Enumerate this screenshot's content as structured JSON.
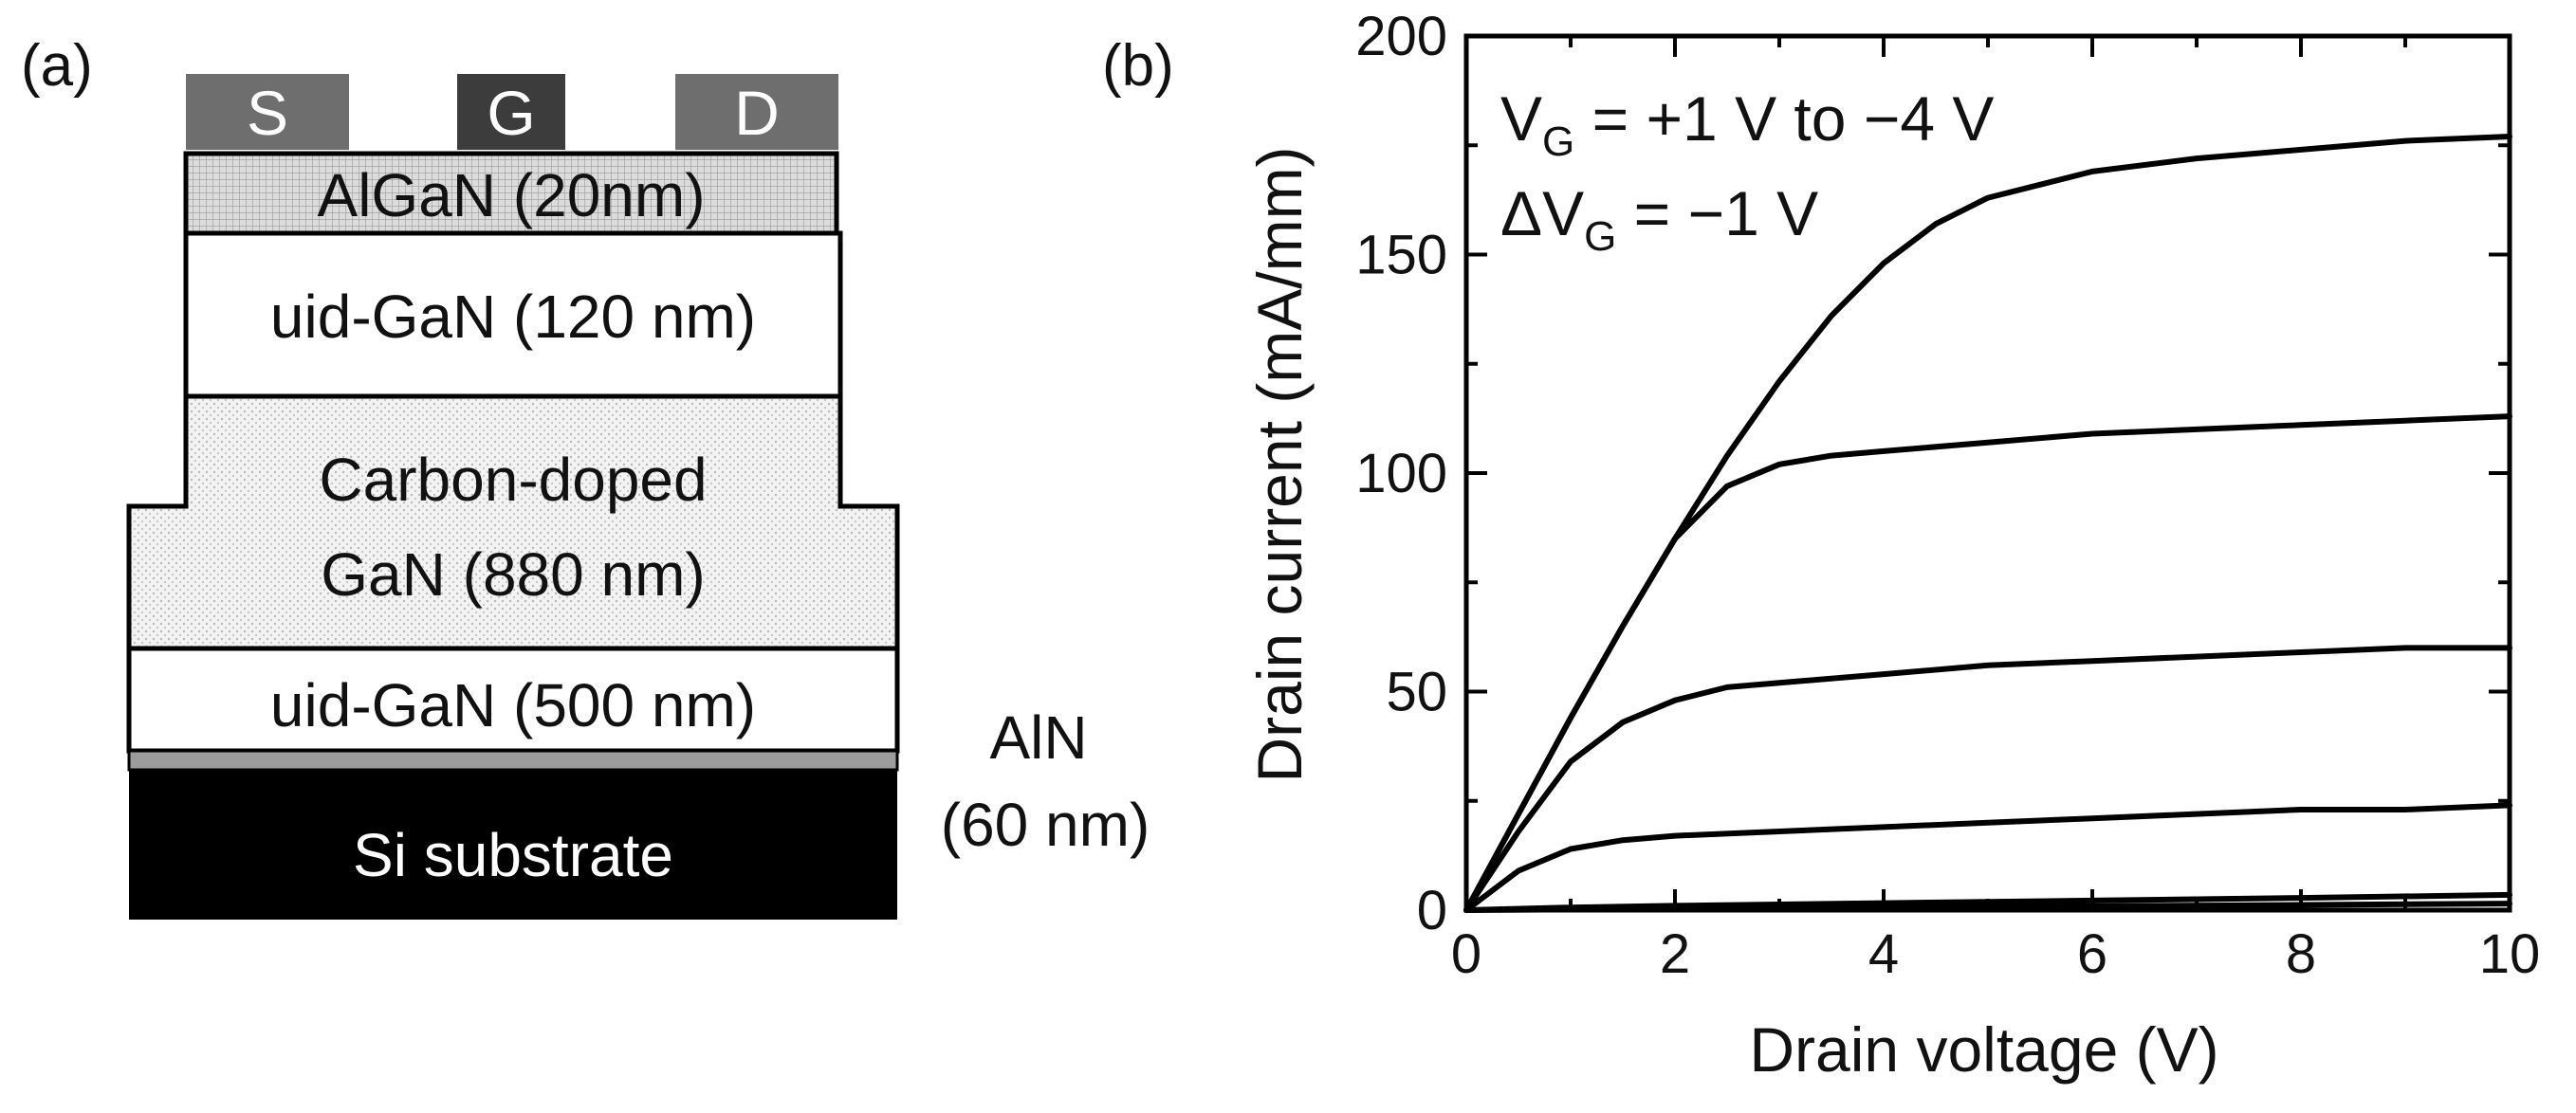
{
  "figure": {
    "panel_a_label": "(a)",
    "panel_b_label": "(b)"
  },
  "panel_a": {
    "contacts": [
      {
        "label": "S",
        "color": "#6e6e6e"
      },
      {
        "label": "G",
        "color": "#3c3c3c"
      },
      {
        "label": "D",
        "color": "#6e6e6e"
      }
    ],
    "layers": {
      "algan": "AlGaN (20nm)",
      "uid_gan_top": "uid-GaN (120 nm)",
      "carbon_line1": "Carbon-doped",
      "carbon_line2": "GaN (880 nm)",
      "uid_gan_bottom": "uid-GaN (500 nm)",
      "aln_line1": "AlN",
      "aln_line2": "(60 nm)",
      "substrate": "Si substrate"
    }
  },
  "chart_data": {
    "type": "line",
    "xlabel": "Drain voltage (V)",
    "ylabel": "Drain current (mA/mm)",
    "xlim": [
      0,
      10
    ],
    "ylim": [
      0,
      200
    ],
    "xticks": [
      0,
      2,
      4,
      6,
      8,
      10
    ],
    "yticks": [
      0,
      50,
      100,
      150,
      200
    ],
    "annotation_line1": {
      "main": "V",
      "sub": "G",
      "rest": " = +1 V to −4 V"
    },
    "annotation_line2": {
      "main": "ΔV",
      "sub": "G",
      "rest": " = −1 V"
    },
    "series": [
      {
        "x": [
          0,
          0.5,
          1,
          1.5,
          2,
          2.5,
          3,
          3.5,
          4,
          4.5,
          5,
          6,
          7,
          8,
          9,
          10
        ],
        "y": [
          0,
          22,
          44,
          65,
          85,
          104,
          121,
          136,
          148,
          157,
          163,
          169,
          172,
          174,
          176,
          177
        ]
      },
      {
        "x": [
          0,
          0.5,
          1,
          1.5,
          2,
          2.5,
          3,
          3.5,
          4,
          5,
          6,
          7,
          8,
          9,
          10
        ],
        "y": [
          0,
          22,
          44,
          65,
          85,
          97,
          102,
          104,
          105,
          107,
          109,
          110,
          111,
          112,
          113
        ]
      },
      {
        "x": [
          0,
          0.5,
          1,
          1.5,
          2,
          2.5,
          3,
          4,
          5,
          6,
          7,
          8,
          9,
          10
        ],
        "y": [
          0,
          18,
          34,
          43,
          48,
          51,
          52,
          54,
          56,
          57,
          58,
          59,
          60,
          60
        ]
      },
      {
        "x": [
          0,
          0.5,
          1,
          1.5,
          2,
          3,
          4,
          5,
          6,
          7,
          8,
          9,
          10
        ],
        "y": [
          0,
          9,
          14,
          16,
          17,
          18,
          19,
          20,
          21,
          22,
          23,
          23,
          24
        ]
      },
      {
        "x": [
          0,
          1,
          2,
          4,
          6,
          8,
          10
        ],
        "y": [
          0,
          0.6,
          1.0,
          1.6,
          2.2,
          2.8,
          3.5
        ]
      },
      {
        "x": [
          0,
          2,
          4,
          6,
          8,
          10
        ],
        "y": [
          0,
          0.3,
          0.6,
          0.9,
          1.2,
          1.5
        ]
      }
    ]
  }
}
